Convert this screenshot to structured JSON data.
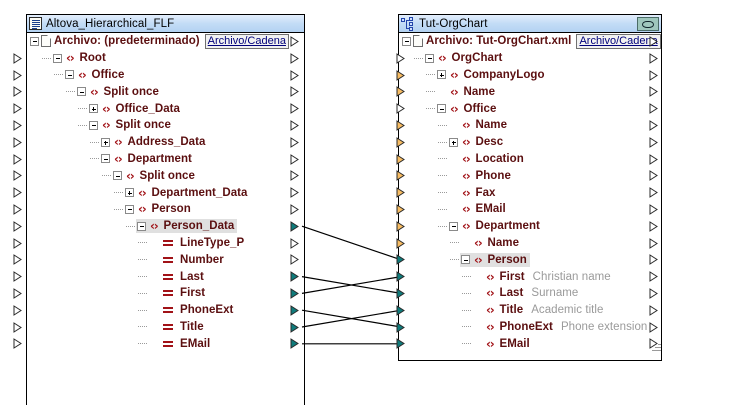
{
  "left_component": {
    "title": "Altova_Hierarchical_FLF",
    "title_icon": "flat-file-icon",
    "file_label": "Archivo: (predeterminado)",
    "file_button": "Archivo/Cadena",
    "rows": [
      {
        "label": "Root",
        "kind": "node",
        "indent": 1,
        "expander": "minus"
      },
      {
        "label": "Office",
        "kind": "node",
        "indent": 2,
        "expander": "minus"
      },
      {
        "label": "Split once",
        "kind": "node",
        "indent": 3,
        "expander": "minus"
      },
      {
        "label": "Office_Data",
        "kind": "node",
        "indent": 4,
        "expander": "plus"
      },
      {
        "label": "Split once",
        "kind": "node",
        "indent": 4,
        "expander": "minus"
      },
      {
        "label": "Address_Data",
        "kind": "node",
        "indent": 5,
        "expander": "plus"
      },
      {
        "label": "Department",
        "kind": "node",
        "indent": 5,
        "expander": "minus"
      },
      {
        "label": "Split once",
        "kind": "node",
        "indent": 6,
        "expander": "minus"
      },
      {
        "label": "Department_Data",
        "kind": "node",
        "indent": 7,
        "expander": "plus"
      },
      {
        "label": "Person",
        "kind": "node",
        "indent": 7,
        "expander": "minus"
      },
      {
        "label": "Person_Data",
        "kind": "node",
        "indent": 8,
        "expander": "minus",
        "selected": true
      },
      {
        "label": "LineType_P",
        "kind": "attr",
        "indent": 9,
        "expander": "none"
      },
      {
        "label": "Number",
        "kind": "attr",
        "indent": 9,
        "expander": "none"
      },
      {
        "label": "Last",
        "kind": "attr",
        "indent": 9,
        "expander": "none"
      },
      {
        "label": "First",
        "kind": "attr",
        "indent": 9,
        "expander": "none"
      },
      {
        "label": "PhoneExt",
        "kind": "attr",
        "indent": 9,
        "expander": "none"
      },
      {
        "label": "Title",
        "kind": "attr",
        "indent": 9,
        "expander": "none"
      },
      {
        "label": "EMail",
        "kind": "attr",
        "indent": 9,
        "expander": "none"
      }
    ]
  },
  "right_component": {
    "title": "Tut-OrgChart",
    "title_icon": "schema-tree-icon",
    "eye_icon": "preview-eye-icon",
    "file_label": "Archivo: Tut-OrgChart.xml",
    "file_button": "Archivo/Cadena",
    "rows": [
      {
        "label": "OrgChart",
        "kind": "node",
        "indent": 1,
        "expander": "minus"
      },
      {
        "label": "CompanyLogo",
        "kind": "node",
        "indent": 2,
        "expander": "plus"
      },
      {
        "label": "Name",
        "kind": "node",
        "indent": 2,
        "expander": "none"
      },
      {
        "label": "Office",
        "kind": "node",
        "indent": 2,
        "expander": "minus"
      },
      {
        "label": "Name",
        "kind": "node",
        "indent": 3,
        "expander": "none"
      },
      {
        "label": "Desc",
        "kind": "node",
        "indent": 3,
        "expander": "plus"
      },
      {
        "label": "Location",
        "kind": "node",
        "indent": 3,
        "expander": "none"
      },
      {
        "label": "Phone",
        "kind": "node",
        "indent": 3,
        "expander": "none"
      },
      {
        "label": "Fax",
        "kind": "node",
        "indent": 3,
        "expander": "none"
      },
      {
        "label": "EMail",
        "kind": "node",
        "indent": 3,
        "expander": "none"
      },
      {
        "label": "Department",
        "kind": "node",
        "indent": 3,
        "expander": "minus"
      },
      {
        "label": "Name",
        "kind": "node",
        "indent": 4,
        "expander": "none"
      },
      {
        "label": "Person",
        "kind": "node",
        "indent": 4,
        "expander": "minus",
        "selected": true
      },
      {
        "label": "First",
        "hint": "Christian name",
        "kind": "node",
        "indent": 5,
        "expander": "none"
      },
      {
        "label": "Last",
        "hint": "Surname",
        "kind": "node",
        "indent": 5,
        "expander": "none"
      },
      {
        "label": "Title",
        "hint": "Academic title",
        "kind": "node",
        "indent": 5,
        "expander": "none"
      },
      {
        "label": "PhoneExt",
        "hint": "Phone extension",
        "kind": "node",
        "indent": 5,
        "expander": "none"
      },
      {
        "label": "EMail",
        "kind": "node",
        "indent": 5,
        "expander": "none"
      }
    ]
  },
  "connections": [
    {
      "from_row": 10,
      "to_row": 12,
      "source": "Person_Data",
      "target": "Person"
    },
    {
      "from_row": 13,
      "to_row": 14,
      "source": "Last",
      "target": "Last"
    },
    {
      "from_row": 14,
      "to_row": 13,
      "source": "First",
      "target": "First"
    },
    {
      "from_row": 15,
      "to_row": 16,
      "source": "PhoneExt",
      "target": "PhoneExt"
    },
    {
      "from_row": 16,
      "to_row": 15,
      "source": "Title",
      "target": "Title"
    },
    {
      "from_row": 17,
      "to_row": 17,
      "source": "EMail",
      "target": "EMail"
    }
  ],
  "colors": {
    "connector_active": "#0f7b7b",
    "connector_inactive": "#ffffff",
    "connector_target_pending": "#f7bc63",
    "node_glyph": "#a11217",
    "label": "#5b0f10",
    "hint": "#9a9a9a",
    "titlebar_from": "#e4eefc",
    "titlebar_to": "#b3d2f2",
    "selection": "#e0e0e0",
    "link_line": "#000000"
  }
}
